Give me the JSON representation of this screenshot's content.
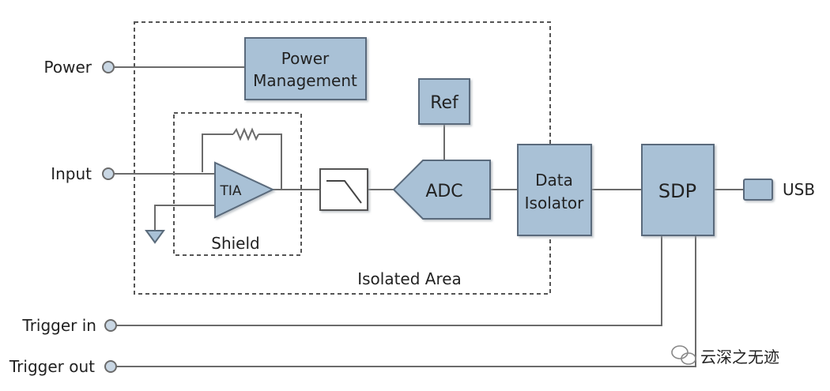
{
  "diagram": {
    "ports": {
      "power": "Power",
      "input": "Input",
      "trigger_in": "Trigger in",
      "trigger_out": "Trigger out",
      "usb": "USB"
    },
    "blocks": {
      "power_management_line1": "Power",
      "power_management_line2": "Management",
      "ref": "Ref",
      "tia": "TIA",
      "adc": "ADC",
      "data_isolator_line1": "Data",
      "data_isolator_line2": "Isolator",
      "sdp": "SDP"
    },
    "regions": {
      "shield": "Shield",
      "isolated_area": "Isolated Area"
    },
    "watermark": "云深之无迹",
    "colors": {
      "block_fill": "#a9c1d6",
      "block_stroke": "#5a6b7b",
      "wire": "#6b6b6b"
    }
  }
}
